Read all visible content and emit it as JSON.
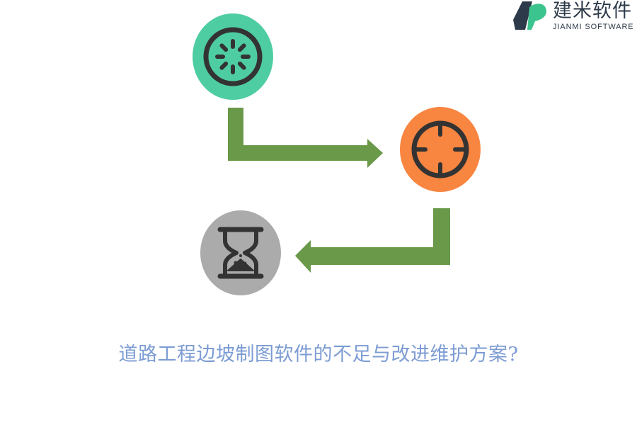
{
  "brand": {
    "name_cn": "建米软件",
    "name_en": "JIANMI SOFTWARE"
  },
  "title": "道路工程边坡制图软件的不足与改进维护方案?",
  "steps": [
    {
      "icon": "loading-spinner-icon",
      "color": "#4ecda3"
    },
    {
      "icon": "crosshair-target-icon",
      "color": "#f88540"
    },
    {
      "icon": "hourglass-icon",
      "color": "#ababab"
    }
  ],
  "colors": {
    "arrow": "#6a994a",
    "icon_stroke": "#333333",
    "title": "#7c9cd3",
    "logo_dark": "#2d3a4a",
    "logo_green": "#3cc48f"
  }
}
